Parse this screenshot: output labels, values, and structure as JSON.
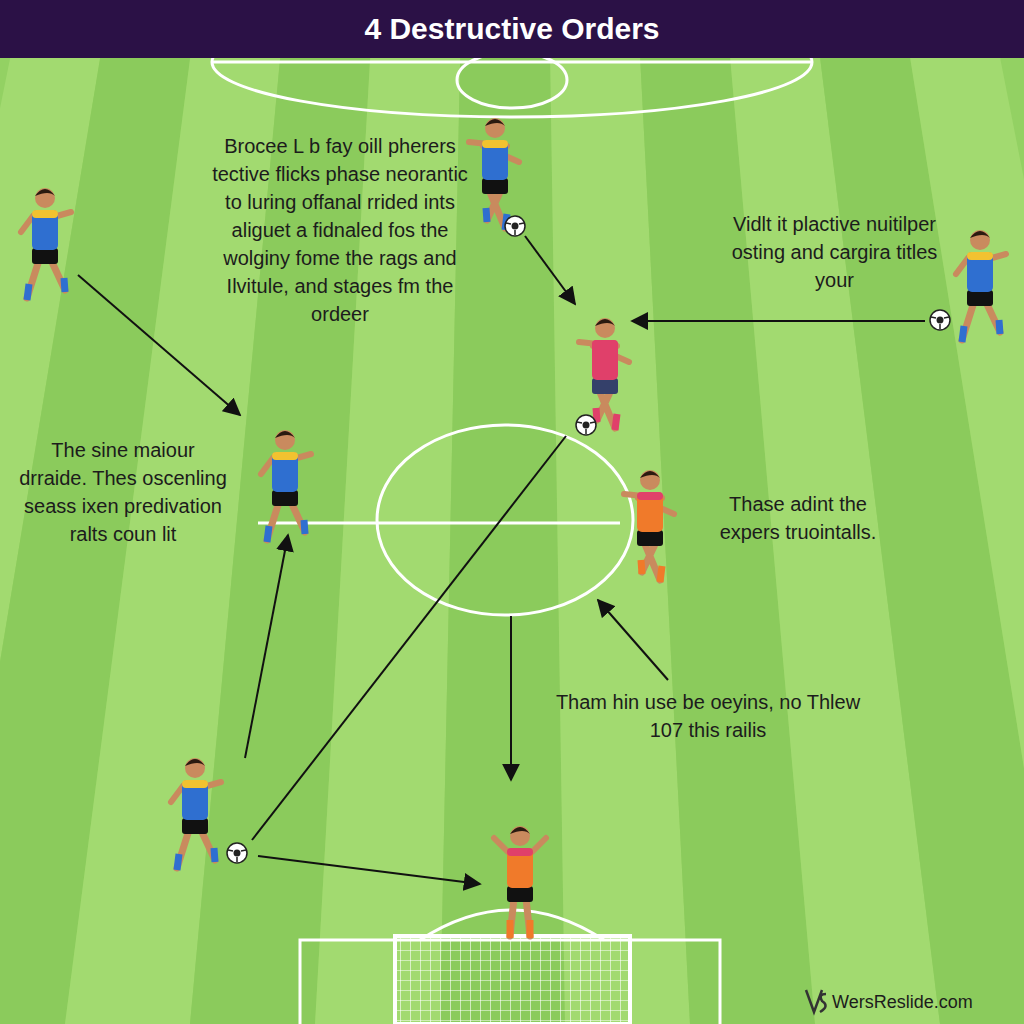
{
  "diagram": {
    "title": "4 Destructive Orders",
    "labels": [
      "Brocee L b fay oill pherers tective flicks phase neorantic to luring offanal rrided ints aliguet a fidnaled fos the wolginy fome the rags and Ilvitule, and stages fm the ordeer",
      "Vidlt it plactive nuitilper osting and cargira titles your",
      "The sine maiour drraide. Thes oscenling seass ixen predivation ralts coun lit",
      "Thase adint the expers truointalls.",
      "Tham hin use be oeyins, no Thlew 107 this railis",
      "WersReslide.com"
    ]
  }
}
